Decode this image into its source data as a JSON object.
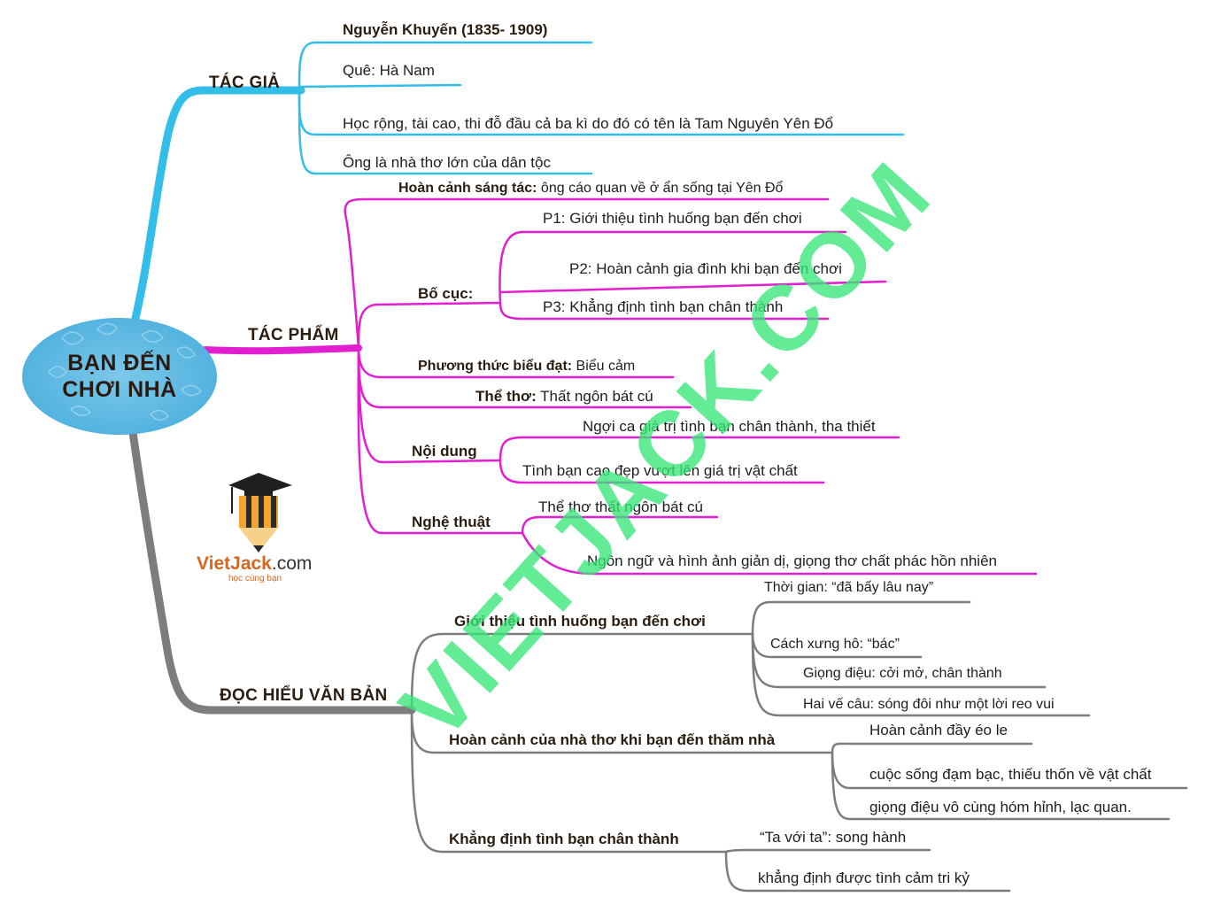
{
  "center": {
    "line1": "BẠN ĐẾN",
    "line2": "CHƠI NHÀ"
  },
  "tac_gia": {
    "label": "TÁC GIẢ",
    "items": [
      "Nguyễn Khuyến (1835- 1909)",
      "Quê: Hà Nam",
      "Học rộng, tài cao, thi đỗ đầu cả ba kì do đó có tên là Tam Nguyên Yên Đổ",
      "Ông là nhà thơ lớn của dân tộc"
    ]
  },
  "tac_pham": {
    "label": "TÁC PHẨM",
    "hoan_canh": {
      "label": "Hoàn cảnh sáng tác:",
      "value": " ông cáo quan về ở ẩn sống tại Yên Đổ"
    },
    "bo_cuc": {
      "label": "Bố cục:",
      "items": [
        "P1: Giới thiệu tình huống bạn đến chơi",
        "P2: Hoàn cảnh gia đình khi bạn đến chơi",
        "P3: Khẳng định tình bạn chân thành"
      ]
    },
    "phuong_thuc": {
      "label": "Phương thức biểu đạt:",
      "value": " Biểu cảm"
    },
    "the_tho": {
      "label": "Thể thơ:",
      "value": " Thất ngôn bát cú"
    },
    "noi_dung": {
      "label": "Nội dung",
      "items": [
        "Ngợi ca giá trị tình bạn chân thành, tha thiết",
        "Tình bạn cao đẹp vượt lên giá trị vật chất"
      ]
    },
    "nghe_thuat": {
      "label": "Nghệ thuật",
      "items": [
        "Thể thơ thất ngôn bát cú",
        "Ngôn ngữ và hình ảnh giản dị, giọng thơ chất phác hồn nhiên"
      ]
    }
  },
  "doc_hieu": {
    "label": "ĐỌC HIỂU VĂN BẢN",
    "gioi_thieu": {
      "label": "Giới thiệu tình huống bạn đến chơi",
      "items": [
        "Thời gian: “đã bấy lâu nay”",
        "Cách xưng hô: “bác”",
        "Giọng điệu: cởi mở, chân thành",
        "Hai vế câu: sóng đôi như một lời reo vui"
      ]
    },
    "hoan_canh_nha_tho": {
      "label": "Hoàn cảnh của nhà thơ khi bạn đến thăm nhà",
      "items": [
        "Hoàn cảnh đầy éo le",
        "cuộc sống đạm bạc, thiếu thốn về vật chất",
        "giọng điệu vô cùng hóm hỉnh, lạc quan."
      ]
    },
    "khang_dinh": {
      "label": "Khẳng định tình bạn chân thành",
      "items": [
        "“Ta với ta”: song hành",
        "khẳng định được tình cảm tri kỷ"
      ]
    }
  },
  "logo": {
    "brand": "VietJack",
    "brand_suffix": ".com",
    "tagline": "học cùng bạn"
  },
  "watermark": "VIETJACK.COM",
  "colors": {
    "blue": "#33bde9",
    "magenta": "#e21fd0",
    "gray": "#7d7d7d",
    "center_fill": "#5fb8e2",
    "watermark": "#38e678",
    "brand": "#d9661f"
  }
}
